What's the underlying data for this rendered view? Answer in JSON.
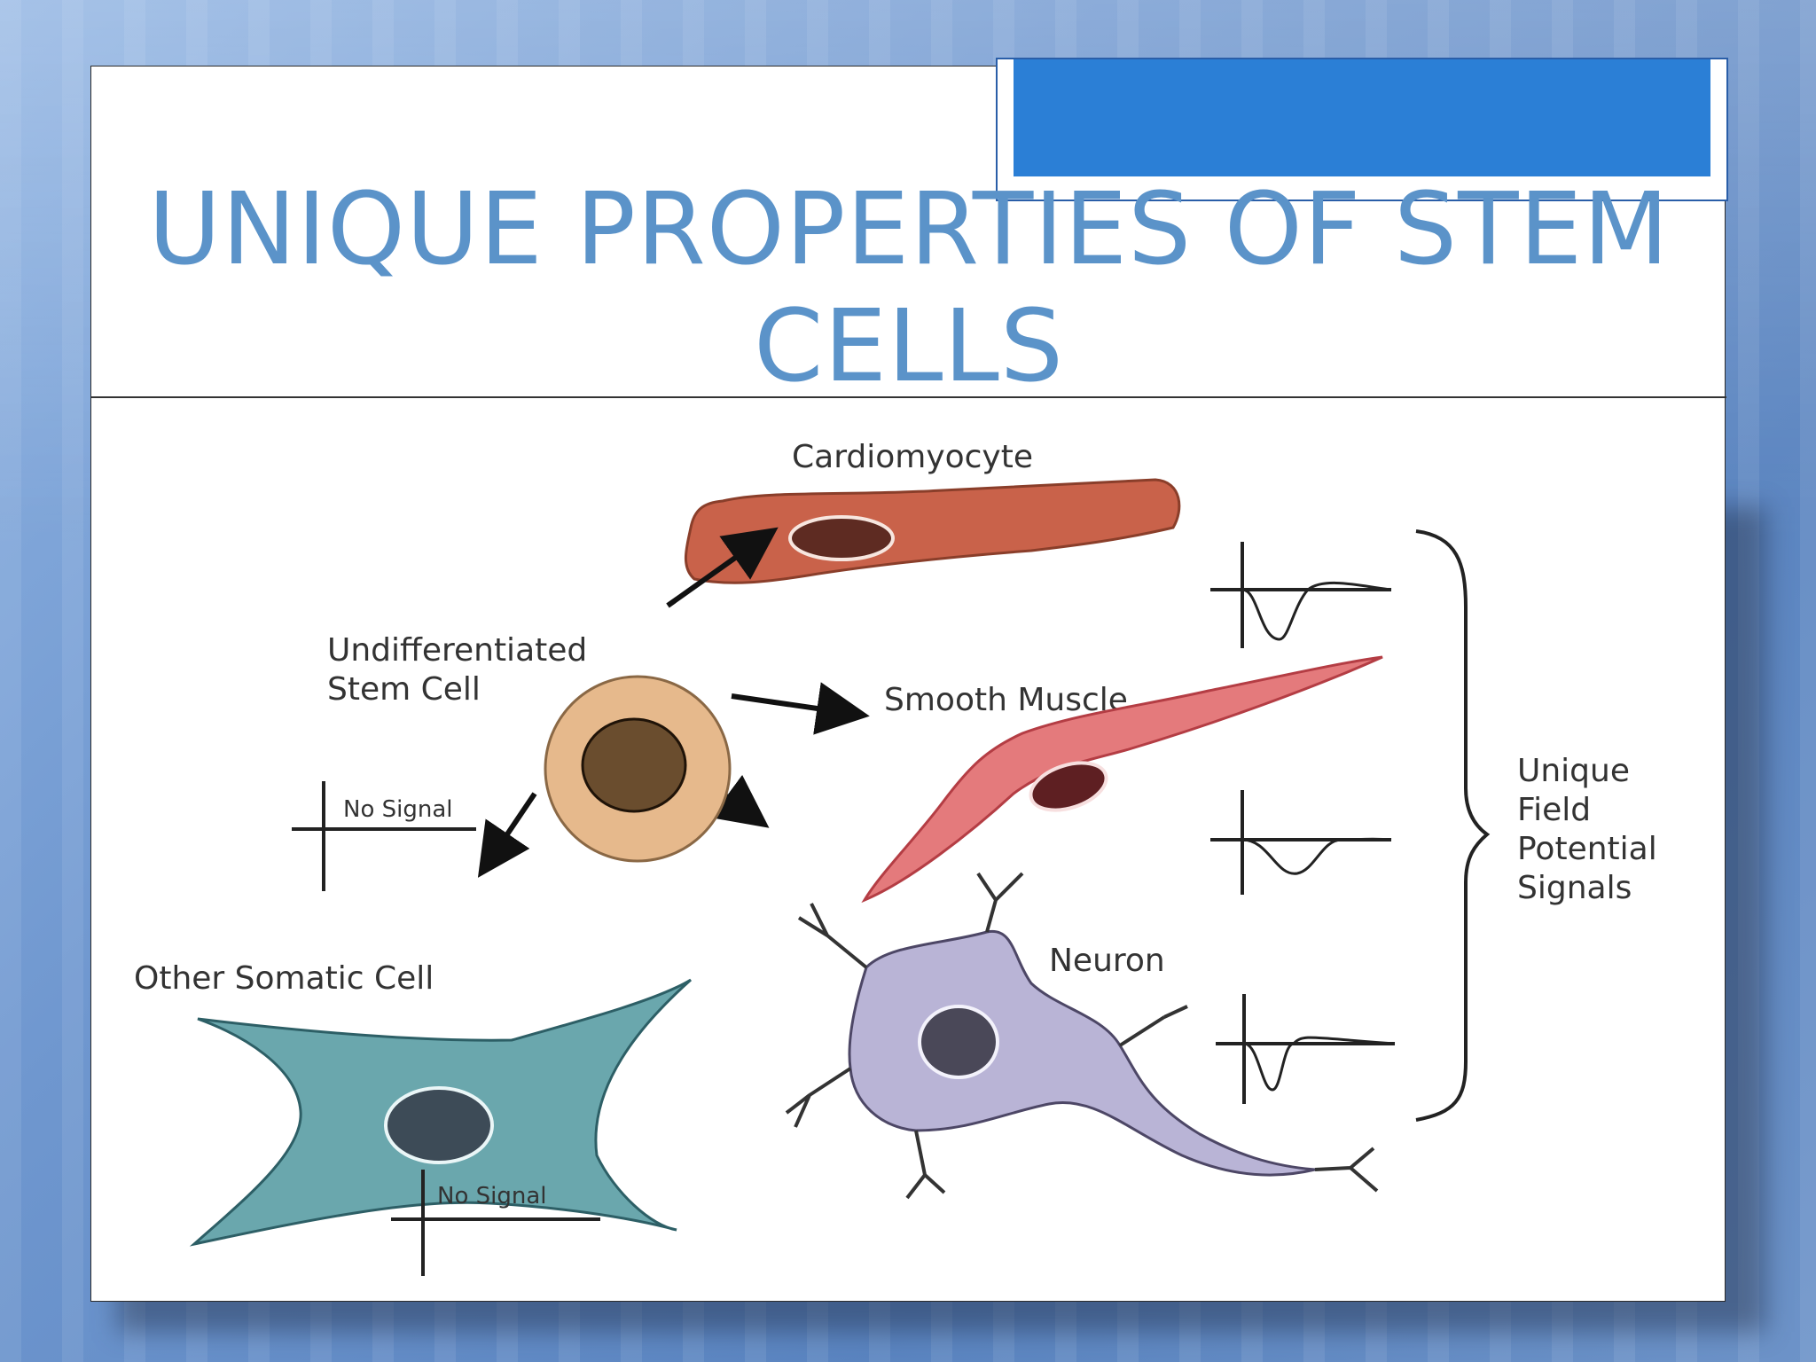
{
  "slide": {
    "title": "UNIQUE PROPERTIES OF STEM CELLS"
  },
  "diagram": {
    "labels": {
      "cardiomyocyte": "Cardiomyocyte",
      "undifferentiated_line1": "Undifferentiated",
      "undifferentiated_line2": "Stem Cell",
      "smooth_muscle": "Smooth Muscle",
      "neuron": "Neuron",
      "other_somatic": "Other Somatic Cell",
      "no_signal_stem": "No Signal",
      "no_signal_somatic": "No Signal",
      "unique_line1": "Unique",
      "unique_line2": "Field",
      "unique_line3": "Potential",
      "unique_line4": "Signals"
    },
    "colors": {
      "cardiomyocyte": "#c9624a",
      "stem_cell": "#e6b98c",
      "smooth_muscle": "#e47a7c",
      "neuron": "#b9b4d6",
      "somatic": "#6aa7ad",
      "nucleus_dark": "#5b3b2e"
    }
  }
}
